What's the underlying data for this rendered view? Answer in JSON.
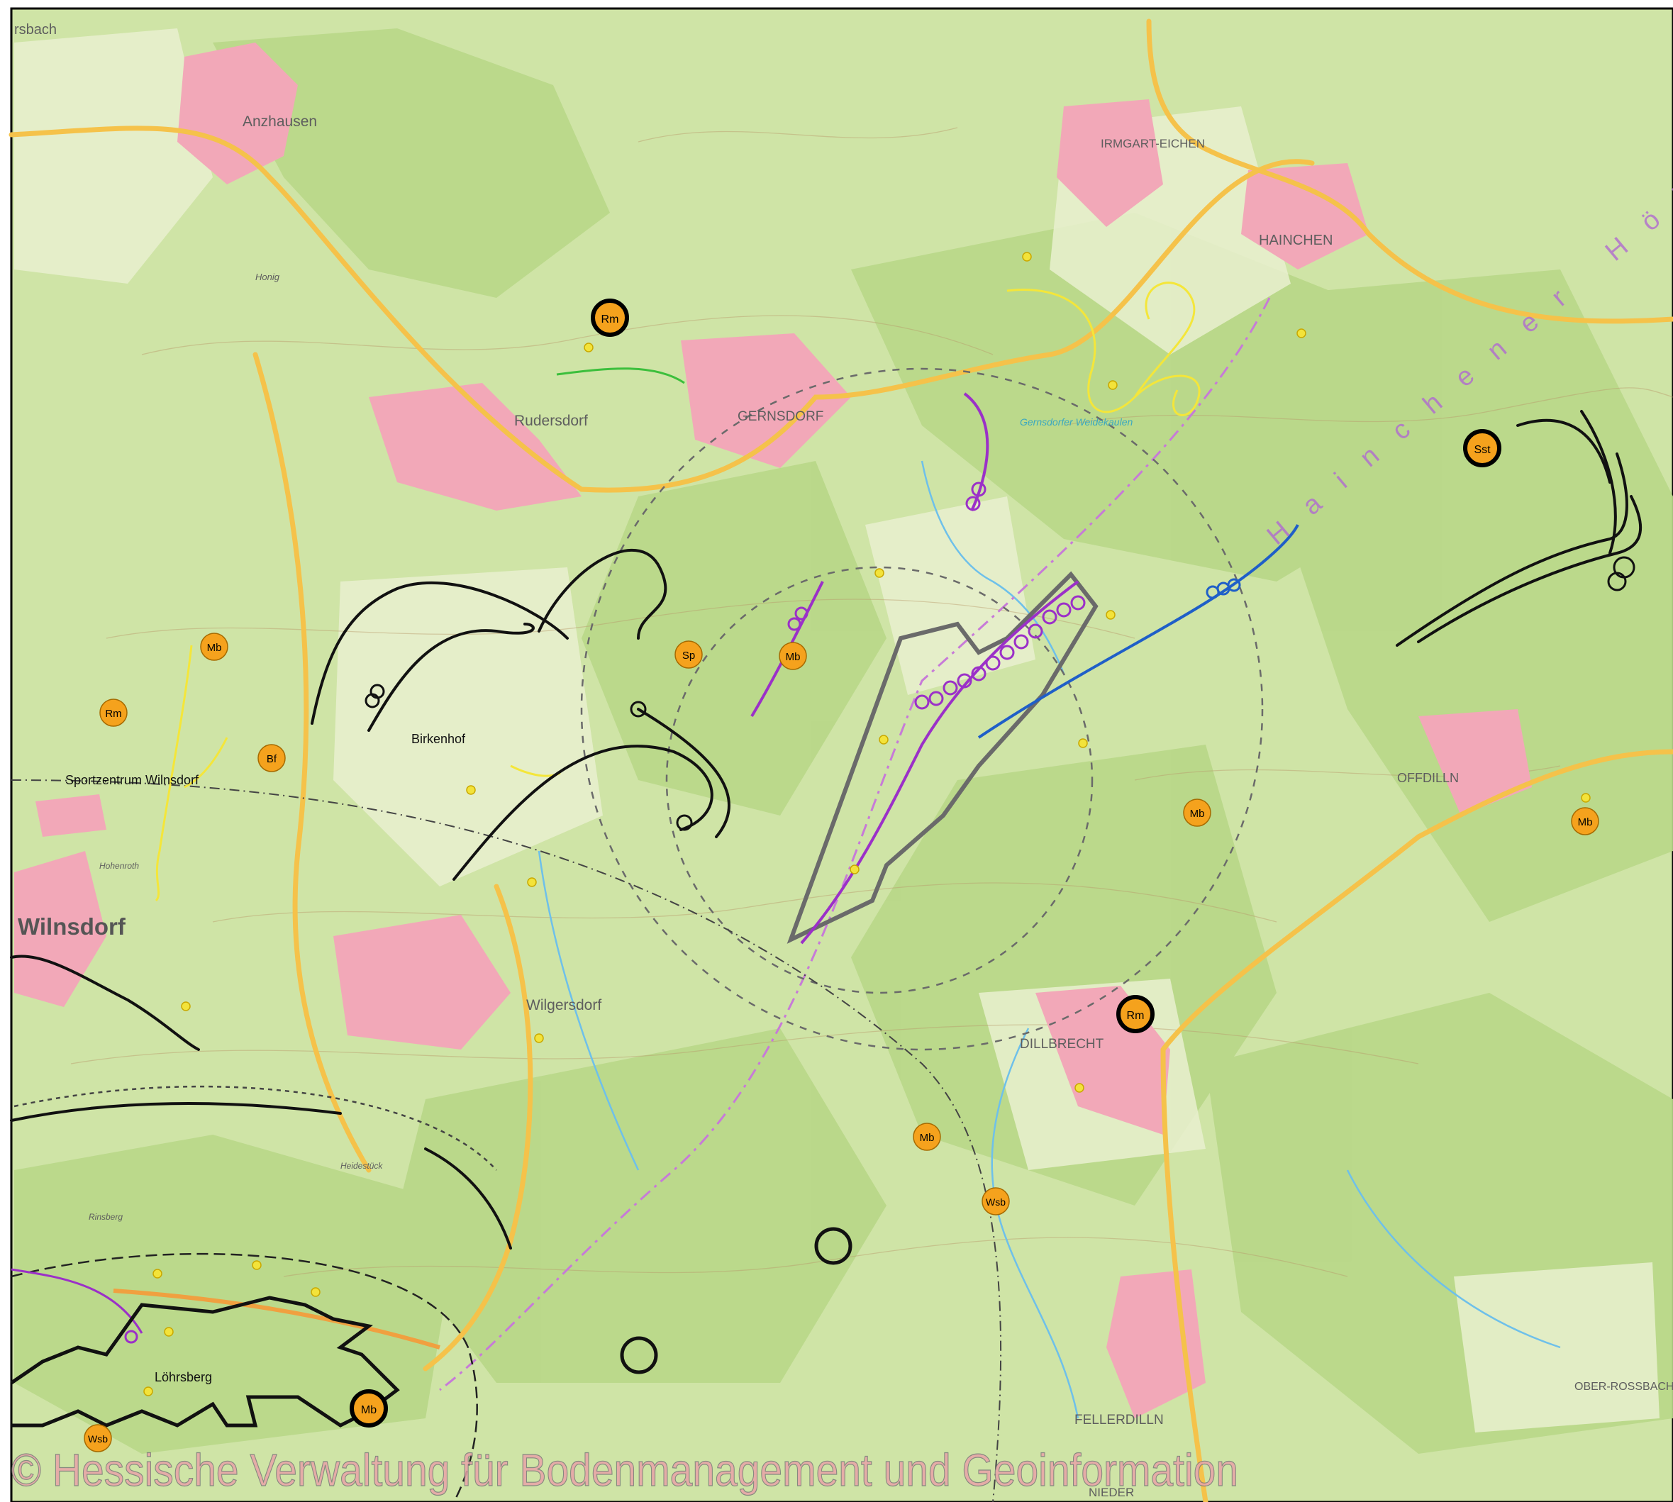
{
  "map": {
    "places": {
      "anzhausen": "Anzhausen",
      "rudersdorf": "Rudersdorf",
      "gernsdorf": "GERNSDORF",
      "irmgarteichen": "IRMGART-EICHEN",
      "hainchen": "HAINCHEN",
      "birkenhof": "Birkenhof",
      "sportzentrum": "Sportzentrum Wilnsdorf",
      "wilnsdorf": "Wilnsdorf",
      "wilgersdorf": "Wilgersdorf",
      "offdilln": "OFFDILLN",
      "lohrsberg": "Löhrsberg",
      "fellerdilln": "FELLERDILLN",
      "oberrossbach": "OBER-ROSSBACH",
      "dillbrecht": "DILLBRECHT",
      "nieder": "NIEDER",
      "hainchener_hohe": "Hainchener Höhe",
      "topleft": "rsbach",
      "hohenroth": "Hohenroth",
      "heidestuck": "Heidestück",
      "rinsberg": "Rinsberg",
      "honig": "Honig",
      "weidekaulen": "Gernsdorfer Weidekaulen"
    },
    "markers": [
      {
        "code": "Rm",
        "kind": "bold"
      },
      {
        "code": "Sst",
        "kind": "bold"
      },
      {
        "code": "Mb",
        "kind": "small"
      },
      {
        "code": "Rm",
        "kind": "small"
      },
      {
        "code": "Bf",
        "kind": "small"
      },
      {
        "code": "Sp",
        "kind": "small"
      },
      {
        "code": "Mb",
        "kind": "small"
      },
      {
        "code": "Mb",
        "kind": "small"
      },
      {
        "code": "Mb",
        "kind": "small"
      },
      {
        "code": "Rm",
        "kind": "bold"
      },
      {
        "code": "Mb",
        "kind": "small"
      },
      {
        "code": "Wsb",
        "kind": "small"
      },
      {
        "code": "Mb",
        "kind": "bold"
      },
      {
        "code": "Wsb",
        "kind": "small"
      }
    ],
    "copyright": "© Hessische Verwaltung für Bodenmanagement und Geoinformation",
    "colors": {
      "terrain": "#cfe4a6",
      "forest": "#b9d98a",
      "settlement": "#f2a8b8",
      "road": "#f5c24a",
      "marker_fill": "#f5a21d",
      "purple": "#9b30c8",
      "blue": "#1f5fc8",
      "yellow_line": "#f4e63a",
      "green_line": "#3cbf3c"
    }
  }
}
